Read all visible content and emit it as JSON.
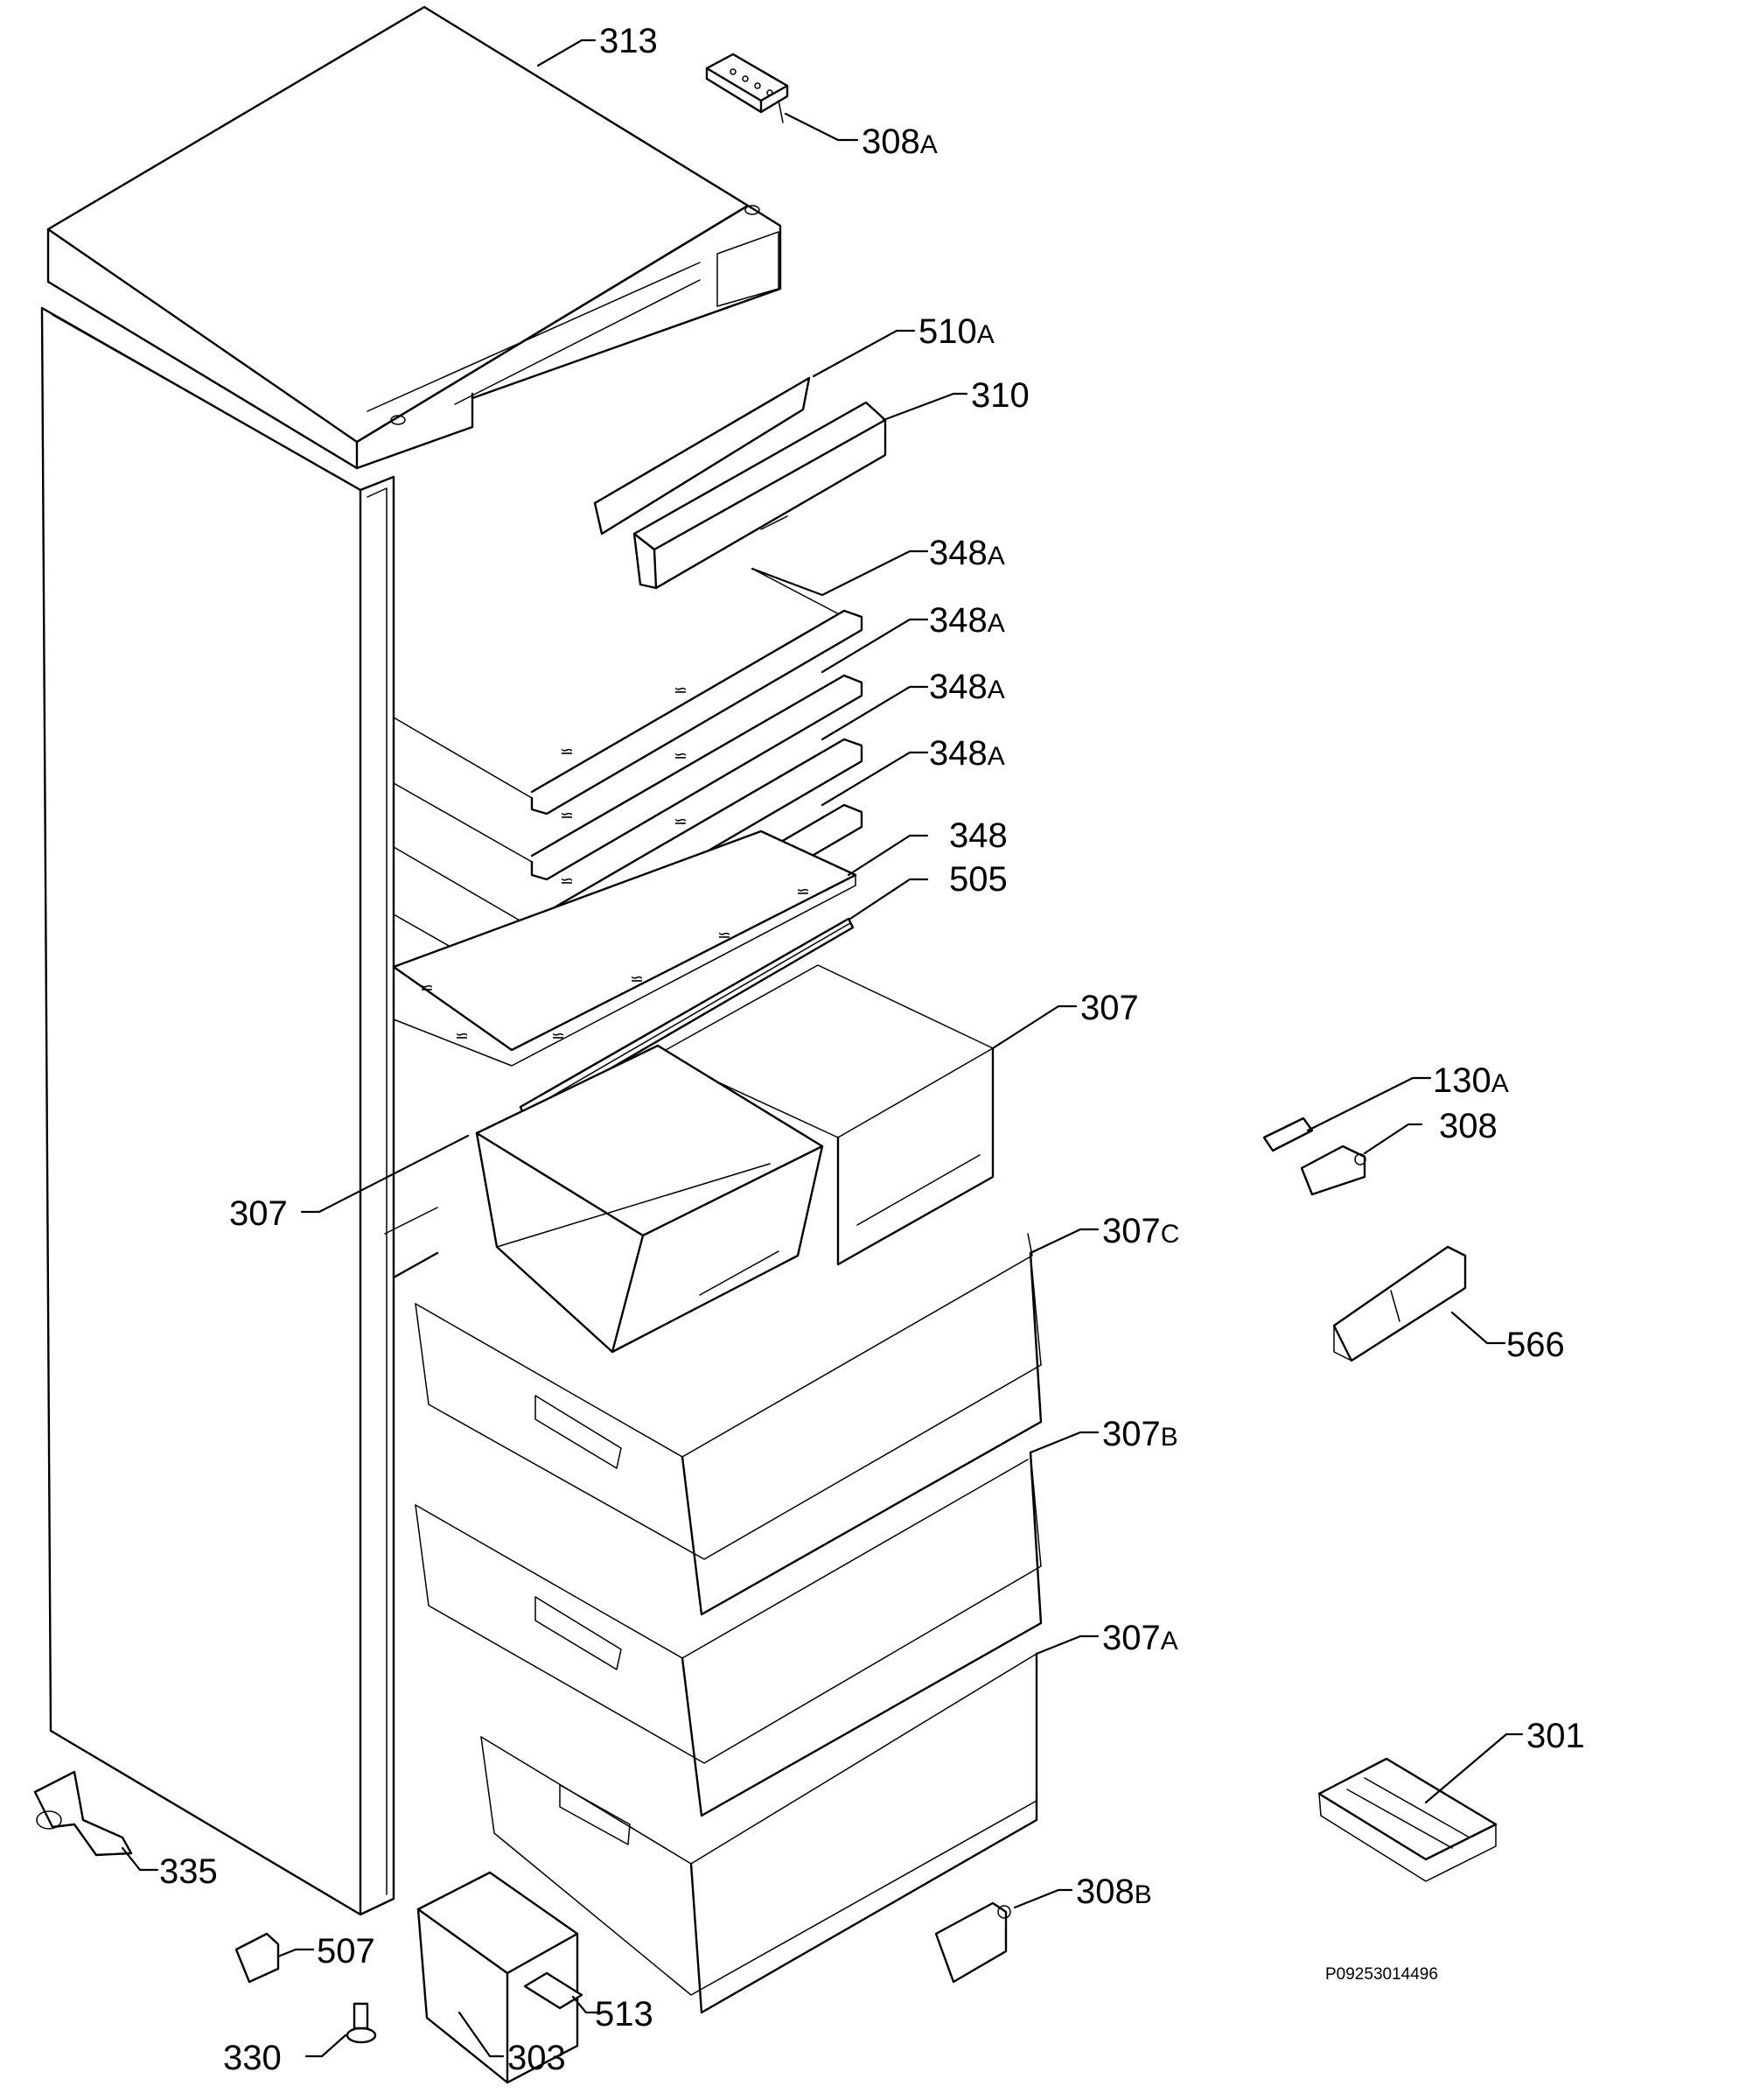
{
  "callouts": {
    "c313": {
      "num": "313",
      "suffix": ""
    },
    "c308a": {
      "num": "308",
      "suffix": "A"
    },
    "c510a": {
      "num": "510",
      "suffix": "A"
    },
    "c310": {
      "num": "310",
      "suffix": ""
    },
    "c348a1": {
      "num": "348",
      "suffix": "A"
    },
    "c348a2": {
      "num": "348",
      "suffix": "A"
    },
    "c348a3": {
      "num": "348",
      "suffix": "A"
    },
    "c348a4": {
      "num": "348",
      "suffix": "A"
    },
    "c348": {
      "num": "348",
      "suffix": ""
    },
    "c505": {
      "num": "505",
      "suffix": ""
    },
    "c307r": {
      "num": "307",
      "suffix": ""
    },
    "c307l": {
      "num": "307",
      "suffix": ""
    },
    "c130a": {
      "num": "130",
      "suffix": "A"
    },
    "c308": {
      "num": "308",
      "suffix": ""
    },
    "c307c": {
      "num": "307",
      "suffix": "C"
    },
    "c566": {
      "num": "566",
      "suffix": ""
    },
    "c307b": {
      "num": "307",
      "suffix": "B"
    },
    "c307a": {
      "num": "307",
      "suffix": "A"
    },
    "c301": {
      "num": "301",
      "suffix": ""
    },
    "c335": {
      "num": "335",
      "suffix": ""
    },
    "c308b": {
      "num": "308",
      "suffix": "B"
    },
    "c507": {
      "num": "507",
      "suffix": ""
    },
    "c513": {
      "num": "513",
      "suffix": ""
    },
    "c330": {
      "num": "330",
      "suffix": ""
    },
    "c303": {
      "num": "303",
      "suffix": ""
    }
  },
  "drawing_code": "P09253014496"
}
